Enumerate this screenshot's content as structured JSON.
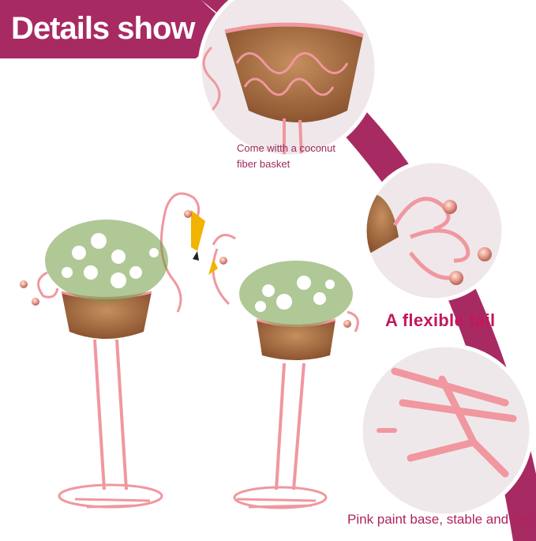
{
  "banner": {
    "title": "Details show"
  },
  "callouts": {
    "basket": {
      "line1": "Come witth a coconut",
      "line2": "fiber basket"
    },
    "tail": {
      "label": "A flexible tail"
    },
    "base": {
      "label": "Pink paint base, stable and firm"
    }
  },
  "colors": {
    "accent": "#a82a63",
    "metal_pink": "#f0979f",
    "coconut": "#b87a4a",
    "beak_yellow": "#f2b300"
  },
  "icons": [
    "flamingo-planter-large",
    "flamingo-planter-small",
    "flower-bouquet"
  ]
}
